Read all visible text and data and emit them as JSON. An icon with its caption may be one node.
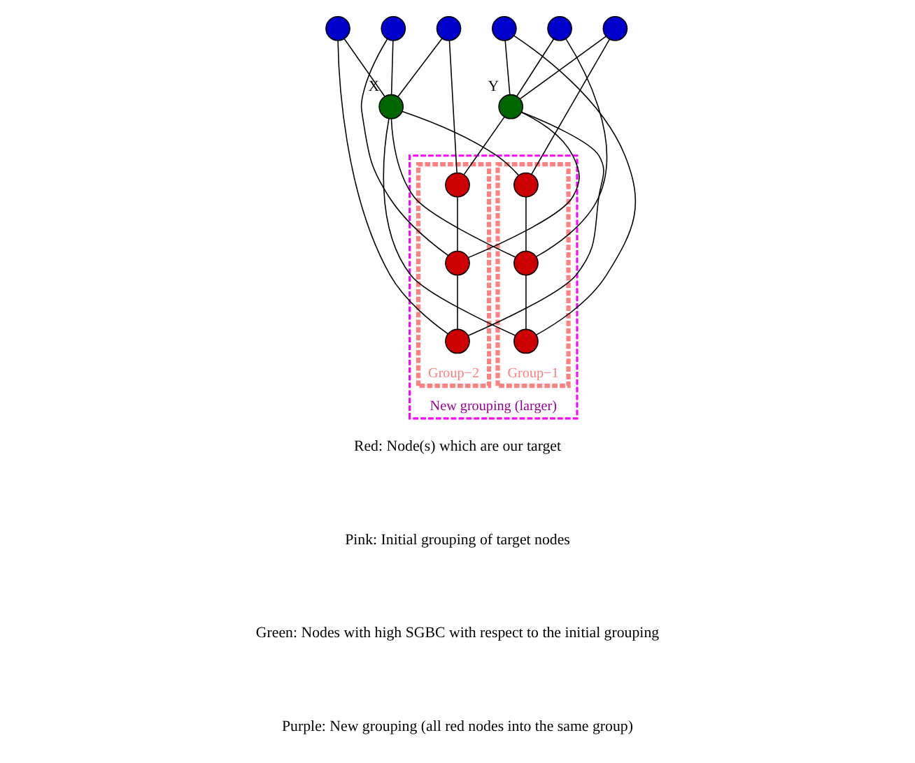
{
  "diagram": {
    "nodes": [
      {
        "text": [
          "New grouping (larger)"
        ]
      },
      {
        "text": [
          "Group−1"
        ],
        "in": 0
      },
      {
        "text": [
          "Group−2"
        ],
        "in": 0
      },
      {
        "text": [],
        "shape": "circle"
      },
      {
        "text": [],
        "shape": "circle"
      },
      {
        "text": [],
        "shape": "circle"
      },
      {
        "text": [],
        "shape": "circle"
      },
      {
        "text": [],
        "shape": "circle"
      },
      {
        "text": [],
        "shape": "circle"
      },
      {
        "text": [],
        "shape": "circle",
        "beside": [
          "X"
        ]
      },
      {
        "text": [],
        "shape": "circle",
        "beside": [
          "Y"
        ]
      },
      {
        "text": [],
        "shape": "circle",
        "in": 1
      },
      {
        "text": [],
        "shape": "circle",
        "in": 1
      },
      {
        "text": [],
        "shape": "circle",
        "in": 1
      },
      {
        "text": [],
        "shape": "circle",
        "in": 2
      },
      {
        "text": [],
        "shape": "circle",
        "in": 2
      },
      {
        "text": [],
        "shape": "circle",
        "in": 2
      }
    ],
    "edges": [
      {
        "from": 5,
        "to": 9,
        "arrow": "none"
      },
      {
        "from": 5,
        "to": 14,
        "arrow": "none"
      },
      {
        "from": 4,
        "to": 9,
        "arrow": "none"
      },
      {
        "from": 4,
        "to": 15,
        "arrow": "none"
      },
      {
        "from": 3,
        "to": 9,
        "arrow": "none"
      },
      {
        "from": 3,
        "to": 16,
        "arrow": "none"
      },
      {
        "from": 6,
        "to": 10,
        "arrow": "none"
      },
      {
        "from": 6,
        "to": 13,
        "arrow": "none"
      },
      {
        "from": 7,
        "to": 10,
        "arrow": "none"
      },
      {
        "from": 7,
        "to": 12,
        "arrow": "none"
      },
      {
        "from": 8,
        "to": 10,
        "arrow": "none"
      },
      {
        "from": 8,
        "to": 11,
        "arrow": "none"
      },
      {
        "from": 9,
        "to": 11,
        "arrow": "none"
      },
      {
        "from": 9,
        "to": 12,
        "arrow": "none"
      },
      {
        "from": 9,
        "to": 13,
        "arrow": "none"
      },
      {
        "from": 10,
        "to": 14,
        "arrow": "none"
      },
      {
        "from": 10,
        "to": 15,
        "arrow": "none"
      },
      {
        "from": 10,
        "to": 16,
        "arrow": "none"
      },
      {
        "from": 11,
        "to": 12,
        "arrow": "none"
      },
      {
        "from": 12,
        "to": 13,
        "arrow": "none"
      },
      {
        "from": 14,
        "to": 15,
        "arrow": "none"
      },
      {
        "from": 15,
        "to": 16,
        "arrow": "none"
      }
    ],
    "labels": [
      "Red: Node(s) which are our target",
      "Pink: Initial grouping of target nodes",
      "Green: Nodes with high SGBC with respect to the initial grouping",
      "Purple: New grouping (all red nodes into the same group)"
    ]
  }
}
